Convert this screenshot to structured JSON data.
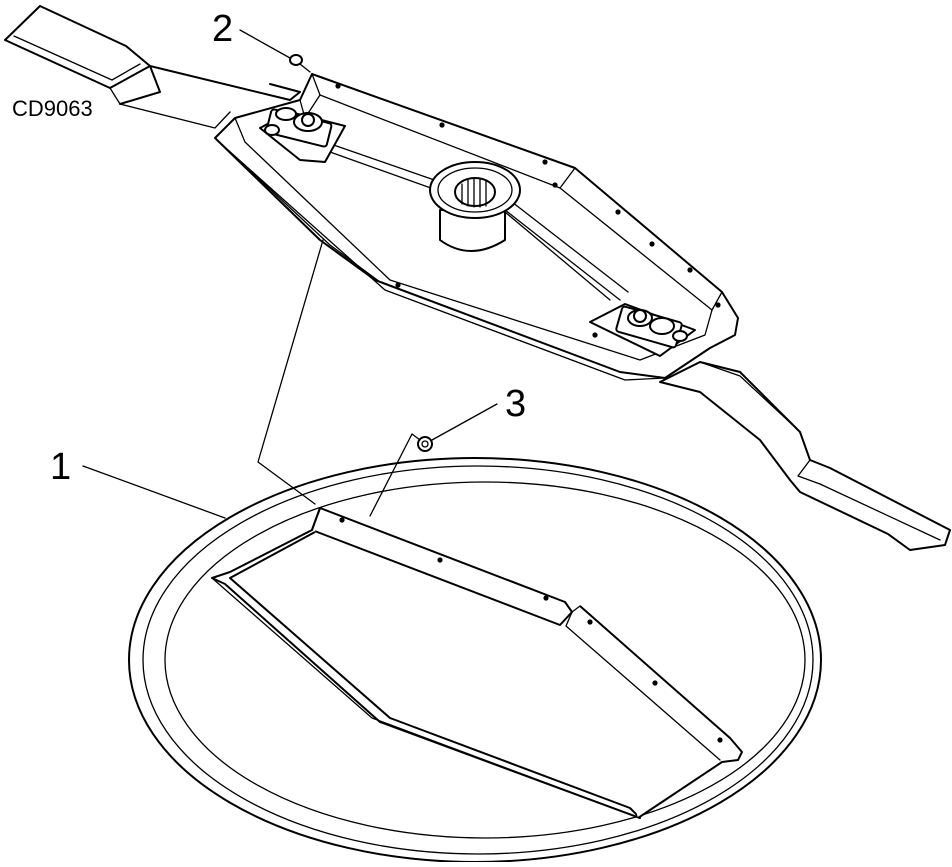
{
  "figure": {
    "drawing_code": "CD9063",
    "callouts": [
      {
        "id": "1",
        "label": "1"
      },
      {
        "id": "2",
        "label": "2"
      },
      {
        "id": "3",
        "label": "3"
      }
    ]
  }
}
